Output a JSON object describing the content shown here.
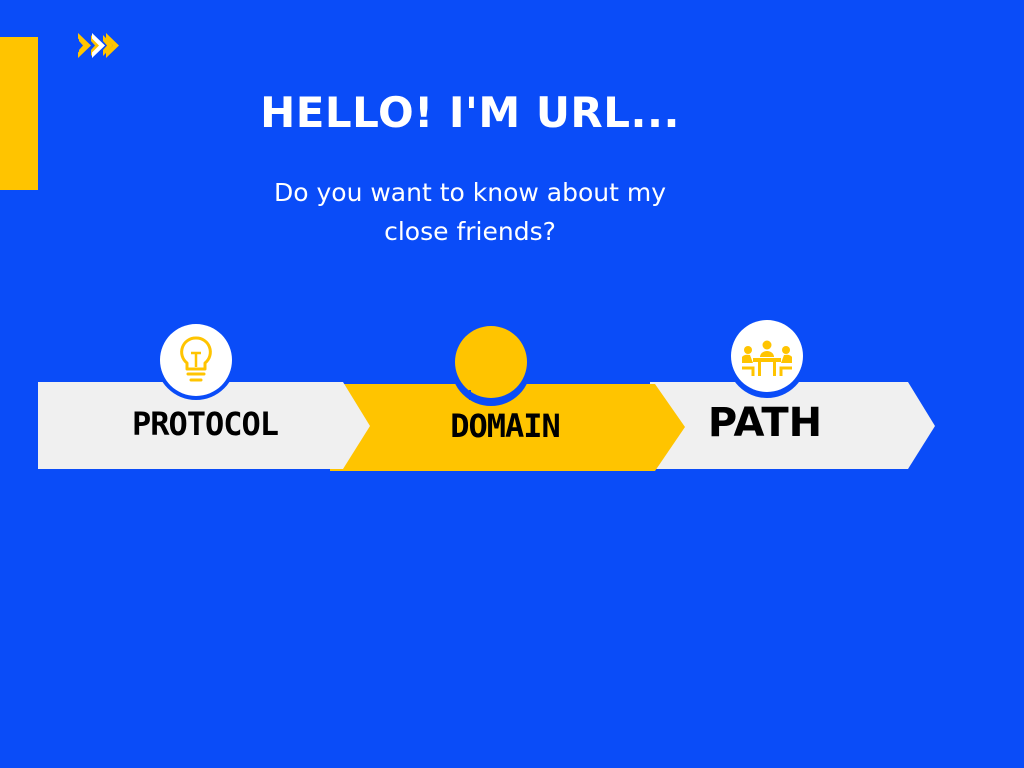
{
  "header": {
    "title": "HELLO! I'M URL...",
    "subtitle": "Do you want to know about my close friends?",
    "decor_icon": "triple-chevron-right-icon"
  },
  "steps": [
    {
      "label": "PROTOCOL",
      "icon": "lightbulb-icon",
      "fill": "#f0f0f0"
    },
    {
      "label": "DOMAIN",
      "icon": "",
      "fill": "#ffc400"
    },
    {
      "label": "PATH",
      "icon": "meeting-table-icon",
      "fill": "#f0f0f0"
    }
  ],
  "colors": {
    "background": "#0a4cf8",
    "accent": "#ffc400",
    "light": "#f0f0f0",
    "text_light": "#ffffff",
    "text_dark": "#000000"
  }
}
